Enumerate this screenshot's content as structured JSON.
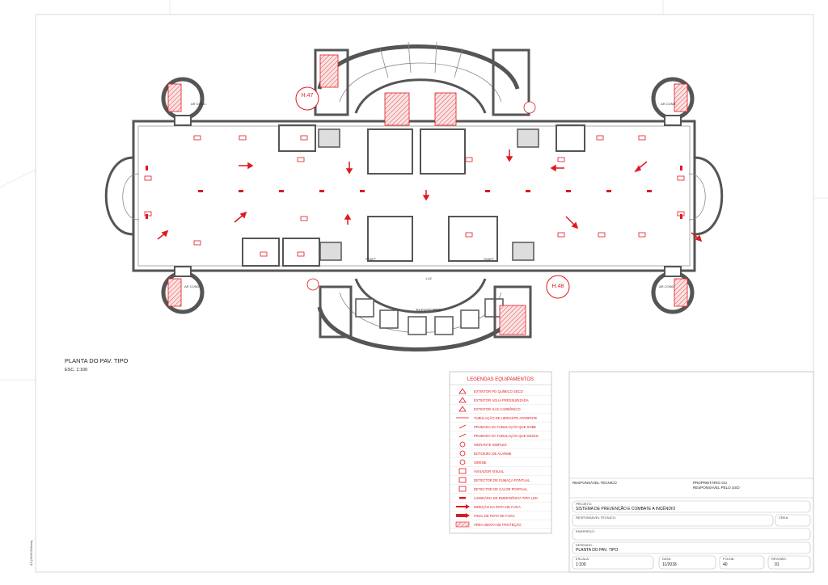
{
  "drawing": {
    "title": "PLANTA DO PAV. TIPO",
    "scale": "ESC. 1:100"
  },
  "labels": {
    "h47": "H.47",
    "h48": "H.48",
    "elevadores": "ELEVADORES",
    "shaft_left": "SHAFT",
    "shaft_right": "SHAFT",
    "level": "1,42",
    "ar_cond": "AR COND."
  },
  "legend": {
    "title": "LEGENDAS EQUIPAMENTOS",
    "items": [
      "EXTINTOR PÓ QUÍMICO SECO",
      "EXTINTOR ÁGUA PRESSURIZADA",
      "EXTINTOR GÁS CARBÔNICO",
      "TUBULAÇÃO DE HIDRANTE APARENTE",
      "PRUMADA DA TUBULAÇÃO QUE SOBE",
      "PRUMADA DA TUBULAÇÃO QUE DESCE",
      "HIDRANTE SIMPLES",
      "BOTOEIRA DE ALARME",
      "SIRENE",
      "AVISADOR VISUAL",
      "DETECTOR DE FUMAÇA PONTUAL",
      "DETECTOR DE CALOR PONTUAL",
      "LUMINÁRIA DE EMERGÊNCIA TIPO LED",
      "DIREÇÃO DA ROTA DE FUGA",
      "FINAL DE ROTA DE FUGA",
      "ÁREA ISENTA DE PROTEÇÃO"
    ]
  },
  "title_block": {
    "responsavel_tecnico": "RESPONSÁVEL TÉCNICO",
    "proprietario": "PROPRIETÁRIO OU\nRESPONSÁVEL PELO USO",
    "projeto_label": "PROJETO:",
    "projeto": "SISTEMA DE PREVENÇÃO E COMBATE A INCÊNDIO",
    "resp_label": "RESPONSÁVEL TÉCNICO:",
    "crea_label": "CREA:",
    "endereco_label": "ENDEREÇO:",
    "desenho_label": "DESENHO:",
    "desenho": "PLANTA DO PAV. TIPO",
    "escala_label": "ESCALA:",
    "escala": "1:100",
    "data_label": "DATA:",
    "data": "11/2018",
    "folha_label": "FOLHA:",
    "folha": "40",
    "revisao_label": "REVISÃO:",
    "revisao": "01"
  },
  "colors": {
    "wall": "#555555",
    "red": "#e0191f",
    "hatch": "#f0a0a0"
  }
}
